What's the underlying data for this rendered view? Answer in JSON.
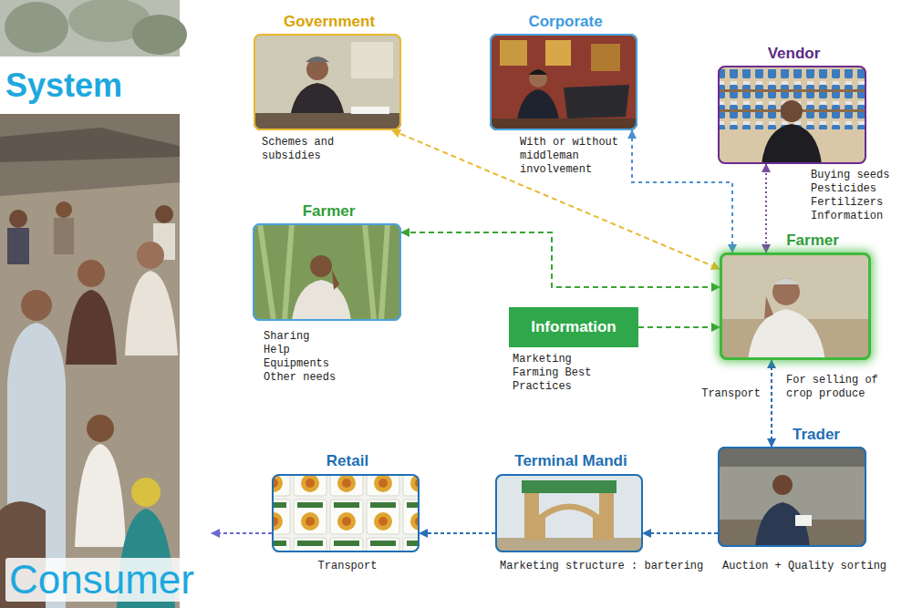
{
  "diagram": {
    "nodes": [
      {
        "text": [
          "System",
          "Consumer"
        ]
      },
      {
        "text": [
          "Government",
          "Schemes and subsidies"
        ]
      },
      {
        "text": [
          "Corporate",
          "With or without middleman involvement"
        ]
      },
      {
        "text": [
          "Vendor",
          "Buying seeds Pesticides Fertilizers Information"
        ]
      },
      {
        "text": [
          "Farmer",
          "Sharing Help Equipments Other needs"
        ]
      },
      {
        "text": [
          "Information",
          "Marketing Farming Best Practices"
        ]
      },
      {
        "text": [
          "Farmer"
        ]
      },
      {
        "text": [
          "Trader",
          "Auction + Quality sorting"
        ]
      },
      {
        "text": [
          "Terminal Mandi",
          "Marketing structure : bartering"
        ]
      },
      {
        "text": [
          "Retail",
          "Transport"
        ]
      }
    ],
    "edges": [
      {
        "from": 1,
        "to": 6,
        "arrow": "both"
      },
      {
        "from": 2,
        "to": 6,
        "arrow": "both"
      },
      {
        "from": 3,
        "to": 6,
        "arrow": "both"
      },
      {
        "from": 4,
        "to": 6,
        "arrow": "both"
      },
      {
        "from": 5,
        "to": 6,
        "arrow": "to"
      },
      {
        "from": 6,
        "to": 7,
        "arrow": "both",
        "label": "For selling of crop produce"
      },
      {
        "from": 7,
        "to": 8,
        "arrow": "to"
      },
      {
        "from": 8,
        "to": 9,
        "arrow": "to"
      },
      {
        "from": 9,
        "to": 0,
        "arrow": "to"
      }
    ],
    "labels": [
      "Transport"
    ]
  }
}
